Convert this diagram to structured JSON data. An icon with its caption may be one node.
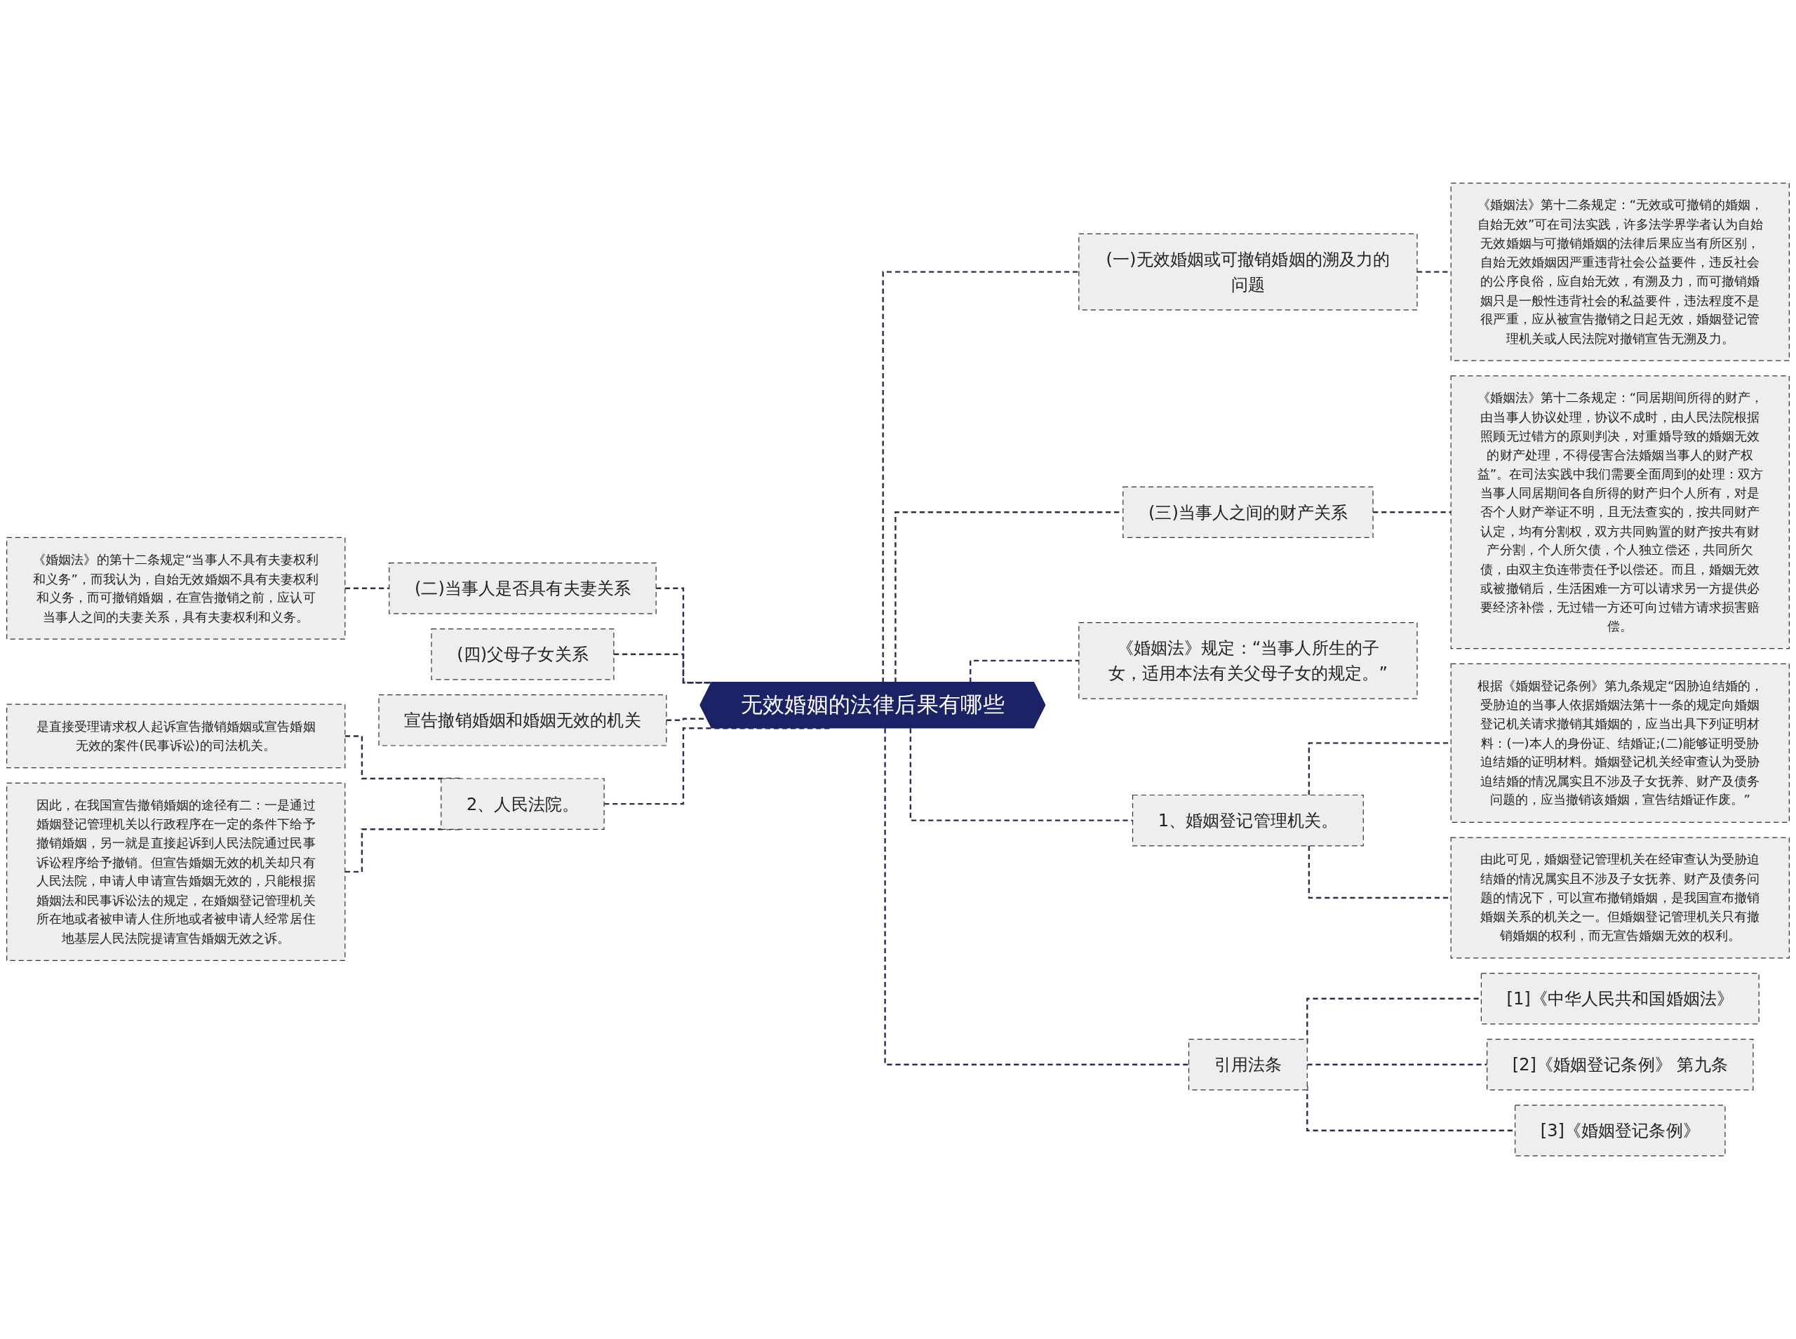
{
  "diagram": {
    "nodes": [
      {
        "text": [
          "无效婚姻的法律后果有哪些"
        ]
      },
      {
        "text": [
          "(一)无效婚姻或可撤销婚姻的溯及力的问题"
        ]
      },
      {
        "text": [
          "《婚姻法》第十二条规定：“无效或可撤销的婚姻，自始无效”可在司法实践，许多法学界学者认为自始无效婚姻与可撤销婚姻的法律后果应当有所区别，自始无效婚姻因严重违背社会公益要件，违反社会的公序良俗，应自始无效，有溯及力，而可撤销婚姻只是一般性违背社会的私益要件，违法程度不是很严重，应从被宣告撤销之日起无效，婚姻登记管理机关或人民法院对撤销宣告无溯及力。"
        ]
      },
      {
        "text": [
          "(三)当事人之间的财产关系"
        ]
      },
      {
        "text": [
          "《婚姻法》第十二条规定：“同居期间所得的财产，由当事人协议处理，协议不成时，由人民法院根据照顾无过错方的原则判决，对重婚导致的婚姻无效的财产处理，不得侵害合法婚姻当事人的财产权益”。在司法实践中我们需要全面周到的处理：双方当事人同居期间各自所得的财产归个人所有，对是否个人财产举证不明，且无法查实的，按共同财产认定，均有分割权，双方共同购置的财产按共有财产分割，个人所欠债，个人独立偿还，共同所欠债，由双主负连带责任予以偿还。而且，婚姻无效或被撤销后，生活困难一方可以请求另一方提供必要经济补偿，无过错一方还可向过错方请求损害赔偿。"
        ]
      },
      {
        "text": [
          "《婚姻法》规定：“当事人所生的子女，适用本法有关父母子女的规定。”"
        ]
      },
      {
        "text": [
          "1、婚姻登记管理机关。"
        ]
      },
      {
        "text": [
          "根据《婚姻登记条例》第九条规定“因胁迫结婚的，受胁迫的当事人依据婚姻法第十一条的规定向婚姻登记机关请求撤销其婚姻的，应当出具下列证明材料：(一)本人的身份证、结婚证;(二)能够证明受胁迫结婚的证明材料。婚姻登记机关经审查认为受胁迫结婚的情况属实且不涉及子女抚养、财产及债务问题的，应当撤销该婚姻，宣告结婚证作废。”"
        ]
      },
      {
        "text": [
          "由此可见，婚姻登记管理机关在经审查认为受胁迫结婚的情况属实且不涉及子女抚养、财产及债务问题的情况下，可以宣布撤销婚姻，是我国宣布撤销婚姻关系的机关之一。但婚姻登记管理机关只有撤销婚姻的权利，而无宣告婚姻无效的权利。"
        ]
      },
      {
        "text": [
          "引用法条"
        ]
      },
      {
        "text": [
          "[1]《中华人民共和国婚姻法》"
        ]
      },
      {
        "text": [
          "[2]《婚姻登记条例》 第九条"
        ]
      },
      {
        "text": [
          "[3]《婚姻登记条例》"
        ]
      },
      {
        "text": [
          "(二)当事人是否具有夫妻关系"
        ]
      },
      {
        "text": [
          "《婚姻法》的第十二条规定“当事人不具有夫妻权利和义务”，而我认为，自始无效婚姻不具有夫妻权利和义务，而可撤销婚姻，在宣告撤销之前，应认可当事人之间的夫妻关系，具有夫妻权利和义务。"
        ]
      },
      {
        "text": [
          "(四)父母子女关系"
        ]
      },
      {
        "text": [
          "宣告撤销婚姻和婚姻无效的机关"
        ]
      },
      {
        "text": [
          "2、人民法院。"
        ]
      },
      {
        "text": [
          "是直接受理请求权人起诉宣告撤销婚姻或宣告婚姻无效的案件(民事诉讼)的司法机关。"
        ]
      },
      {
        "text": [
          "因此，在我国宣告撤销婚姻的途径有二：一是通过婚姻登记管理机关以行政程序在一定的条件下给予撤销婚姻，另一就是直接起诉到人民法院通过民事诉讼程序给予撤销。但宣告婚姻无效的机关却只有人民法院，申请人申请宣告婚姻无效的，只能根据婚姻法和民事诉讼法的规定，在婚姻登记管理机关所在地或者被申请人住所地或者被申请人经常居住地基层人民法院提请宣告婚姻无效之诉。"
        ]
      }
    ],
    "edges": [
      {
        "from": 0,
        "to": 1,
        "arrow": "none",
        "style": "dashed"
      },
      {
        "from": 1,
        "to": 2,
        "arrow": "none",
        "style": "dashed"
      },
      {
        "from": 0,
        "to": 3,
        "arrow": "none",
        "style": "dashed"
      },
      {
        "from": 3,
        "to": 4,
        "arrow": "none",
        "style": "dashed"
      },
      {
        "from": 0,
        "to": 5,
        "arrow": "none",
        "style": "dashed"
      },
      {
        "from": 0,
        "to": 6,
        "arrow": "none",
        "style": "dashed"
      },
      {
        "from": 6,
        "to": 7,
        "arrow": "none",
        "style": "dashed"
      },
      {
        "from": 6,
        "to": 8,
        "arrow": "none",
        "style": "dashed"
      },
      {
        "from": 0,
        "to": 9,
        "arrow": "none",
        "style": "dashed"
      },
      {
        "from": 9,
        "to": 10,
        "arrow": "none",
        "style": "dashed"
      },
      {
        "from": 9,
        "to": 11,
        "arrow": "none",
        "style": "dashed"
      },
      {
        "from": 9,
        "to": 12,
        "arrow": "none",
        "style": "dashed"
      },
      {
        "from": 14,
        "to": 13,
        "arrow": "none",
        "style": "dashed"
      },
      {
        "from": 13,
        "to": 0,
        "arrow": "none",
        "style": "dashed"
      },
      {
        "from": 15,
        "to": 0,
        "arrow": "none",
        "style": "dashed"
      },
      {
        "from": 16,
        "to": 0,
        "arrow": "none",
        "style": "dashed"
      },
      {
        "from": 18,
        "to": 17,
        "arrow": "none",
        "style": "dashed"
      },
      {
        "from": 19,
        "to": 17,
        "arrow": "none",
        "style": "dashed"
      },
      {
        "from": 17,
        "to": 0,
        "arrow": "none",
        "style": "dashed"
      }
    ]
  }
}
